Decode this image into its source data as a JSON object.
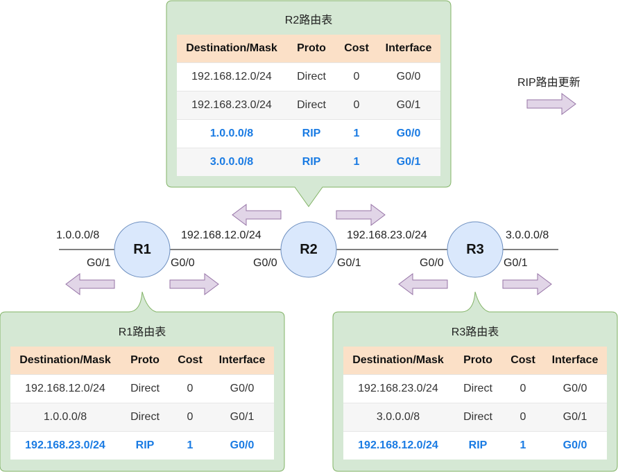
{
  "legend": {
    "label": "RIP路由更新"
  },
  "colors": {
    "panel_fill": "#d5e8d4",
    "panel_stroke": "#82b366",
    "node_fill": "#dae8fc",
    "node_stroke": "#6c8ebf",
    "arrow_fill": "#e1d5e7",
    "arrow_stroke": "#9673a6",
    "header_fill": "#fbe0c7",
    "rip_text": "#1a7be3"
  },
  "network": {
    "left_net": "1.0.0.0/8",
    "net_r1_r2": "192.168.12.0/24",
    "net_r2_r3": "192.168.23.0/24",
    "right_net": "3.0.0.0/8",
    "routers": [
      {
        "name": "R1",
        "left_if": "G0/1",
        "right_if": "G0/0"
      },
      {
        "name": "R2",
        "left_if": "G0/0",
        "right_if": "G0/1"
      },
      {
        "name": "R3",
        "left_if": "G0/0",
        "right_if": "G0/1"
      }
    ]
  },
  "tables": {
    "r2": {
      "title": "R2路由表",
      "headers": [
        "Destination/Mask",
        "Proto",
        "Cost",
        "Interface"
      ],
      "rows": [
        [
          "192.168.12.0/24",
          "Direct",
          "0",
          "G0/0"
        ],
        [
          "192.168.23.0/24",
          "Direct",
          "0",
          "G0/1"
        ],
        [
          "1.0.0.0/8",
          "RIP",
          "1",
          "G0/0"
        ],
        [
          "3.0.0.0/8",
          "RIP",
          "1",
          "G0/1"
        ]
      ]
    },
    "r1": {
      "title": "R1路由表",
      "headers": [
        "Destination/Mask",
        "Proto",
        "Cost",
        "Interface"
      ],
      "rows": [
        [
          "192.168.12.0/24",
          "Direct",
          "0",
          "G0/0"
        ],
        [
          "1.0.0.0/8",
          "Direct",
          "0",
          "G0/1"
        ],
        [
          "192.168.23.0/24",
          "RIP",
          "1",
          "G0/0"
        ]
      ]
    },
    "r3": {
      "title": "R3路由表",
      "headers": [
        "Destination/Mask",
        "Proto",
        "Cost",
        "Interface"
      ],
      "rows": [
        [
          "192.168.23.0/24",
          "Direct",
          "0",
          "G0/0"
        ],
        [
          "3.0.0.0/8",
          "Direct",
          "0",
          "G0/1"
        ],
        [
          "192.168.12.0/24",
          "RIP",
          "1",
          "G0/0"
        ]
      ]
    }
  }
}
